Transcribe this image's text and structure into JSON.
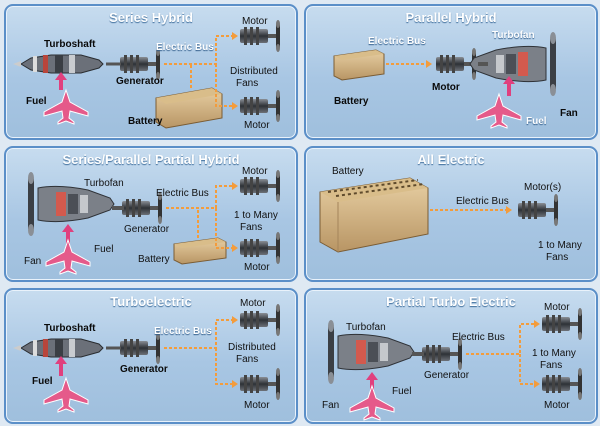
{
  "colors": {
    "panel_border": "#5b8fc8",
    "panel_fill": "#a8c6e3",
    "flow_arrow": "#f39c3c",
    "fuel_arrow": "#e0407e",
    "aircraft": "#e55a8a",
    "battery": "#d8b98b"
  },
  "panels": {
    "series_hybrid": {
      "title": "Series Hybrid",
      "turboshaft": "Turboshaft",
      "electric_bus": "Electric Bus",
      "generator": "Generator",
      "fuel": "Fuel",
      "battery": "Battery",
      "motor_top": "Motor",
      "motor_bottom": "Motor",
      "distributed": "Distributed",
      "fans": "Fans"
    },
    "parallel_hybrid": {
      "title": "Parallel Hybrid",
      "electric_bus": "Electric Bus",
      "turbofan": "Turbofan",
      "battery": "Battery",
      "motor": "Motor",
      "fuel": "Fuel",
      "fan": "Fan"
    },
    "series_parallel": {
      "title": "Series/Parallel Partial Hybrid",
      "turbofan": "Turbofan",
      "electric_bus": "Electric Bus",
      "generator": "Generator",
      "fan": "Fan",
      "fuel": "Fuel",
      "battery": "Battery",
      "motor_top": "Motor",
      "motor_bottom": "Motor",
      "one_to_many": "1 to Many",
      "fans": "Fans"
    },
    "all_electric": {
      "title": "All Electric",
      "battery": "Battery",
      "electric_bus": "Electric Bus",
      "motors": "Motor(s)",
      "one_to_many": "1 to Many",
      "fans": "Fans"
    },
    "turboelectric": {
      "title": "Turboelectric",
      "turboshaft": "Turboshaft",
      "electric_bus": "Electric Bus",
      "generator": "Generator",
      "fuel": "Fuel",
      "motor_top": "Motor",
      "motor_bottom": "Motor",
      "distributed": "Distributed",
      "fans": "Fans"
    },
    "partial_turbo": {
      "title": "Partial Turbo Electric",
      "turbofan": "Turbofan",
      "electric_bus": "Electric Bus",
      "generator": "Generator",
      "fan": "Fan",
      "fuel": "Fuel",
      "motor_top": "Motor",
      "motor_bottom": "Motor",
      "one_to_many": "1 to Many",
      "fans": "Fans"
    }
  }
}
